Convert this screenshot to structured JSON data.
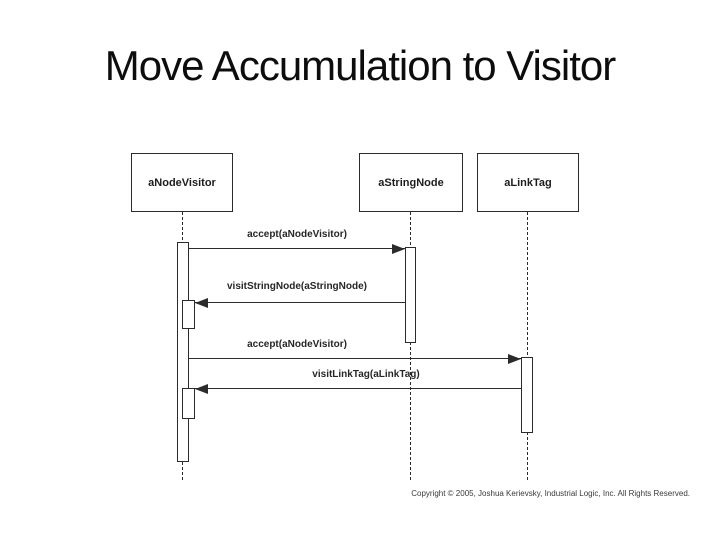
{
  "slide": {
    "title": "Move Accumulation to Visitor",
    "copyright": "Copyright © 2005, Joshua Kerievsky, Industrial Logic, Inc. All Rights Reserved."
  },
  "diagram": {
    "type": "uml-sequence-diagram",
    "line_color": "#2b2b2b",
    "background_color": "#ffffff",
    "lifelines": [
      {
        "name": "aNodeVisitor"
      },
      {
        "name": "aStringNode"
      },
      {
        "name": "aLinkTag"
      }
    ],
    "messages": [
      {
        "label": "accept(aNodeVisitor)",
        "from": "aNodeVisitor",
        "to": "aStringNode",
        "direction": "right"
      },
      {
        "label": "visitStringNode(aStringNode)",
        "from": "aStringNode",
        "to": "aNodeVisitor",
        "direction": "left"
      },
      {
        "label": "accept(aNodeVisitor)",
        "from": "aNodeVisitor",
        "to": "aLinkTag",
        "direction": "right"
      },
      {
        "label": "visitLinkTag(aLinkTag)",
        "from": "aLinkTag",
        "to": "aNodeVisitor",
        "direction": "left"
      }
    ]
  }
}
